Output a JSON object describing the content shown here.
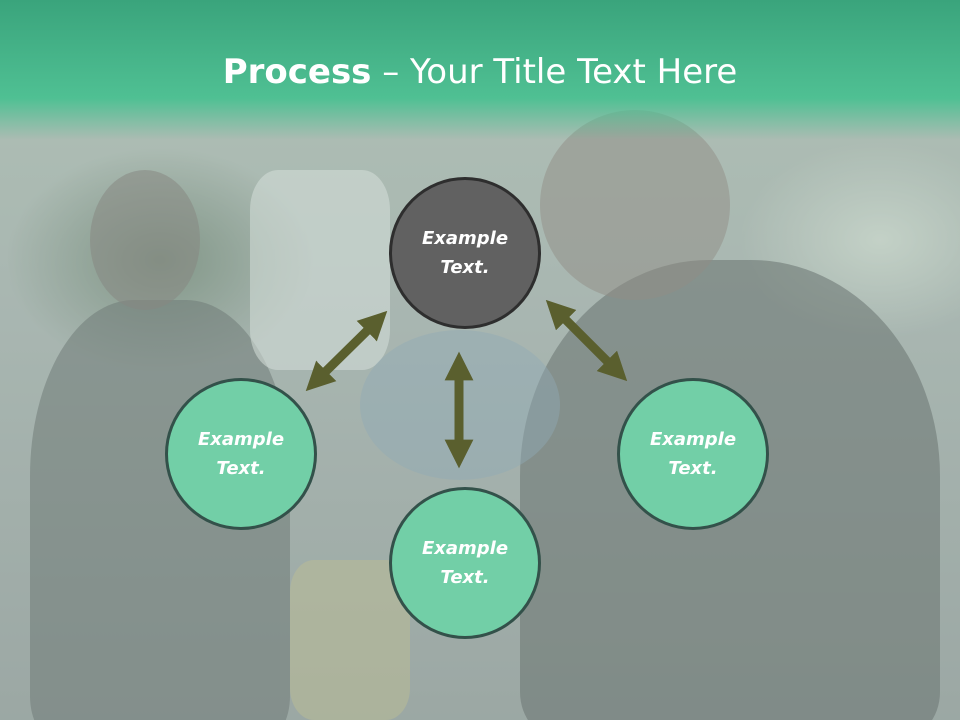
{
  "slide": {
    "title_bold": "Process",
    "title_rest": " – Your Title Text Here"
  },
  "nodes": {
    "top": "Example\nText.",
    "left": "Example\nText.",
    "right": "Example\nText.",
    "bottom": "Example\nText."
  },
  "colors": {
    "header": "#4fc093",
    "center_node": "#616161",
    "outer_nodes": "#72cfa7",
    "arrows": "#5a5f2e"
  },
  "icons": [
    "double-arrow-icon"
  ]
}
